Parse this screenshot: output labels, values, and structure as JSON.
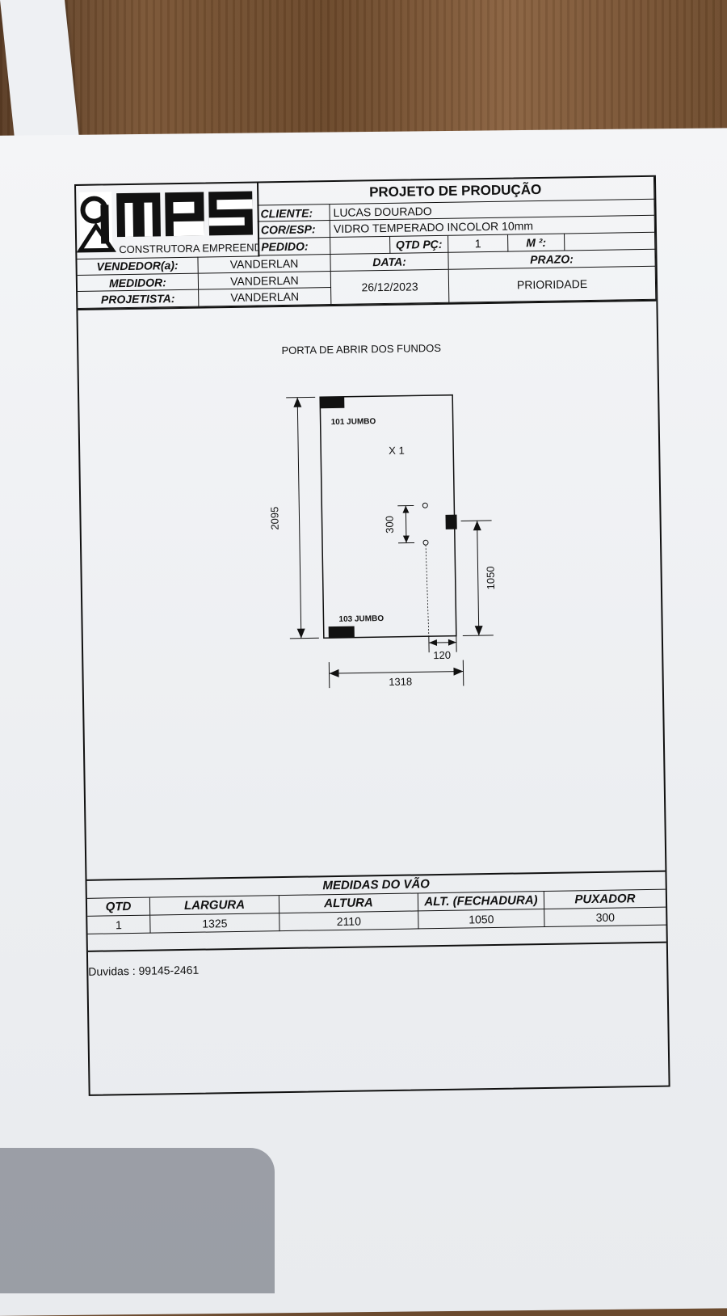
{
  "header": {
    "title": "PROJETO DE PRODUÇÃO",
    "logo_text": "MPS",
    "logo_subtitle": "CONSTRUTORA EMPREENDIMENTOS",
    "cliente_label": "CLIENTE:",
    "cliente_value": "LUCAS DOURADO",
    "cor_label": "COR/ESP:",
    "cor_value": "VIDRO TEMPERADO INCOLOR 10mm",
    "pedido_label": "PEDIDO:",
    "pedido_value": "",
    "qtd_label": "QTD PÇ:",
    "qtd_value": "1",
    "m2_label": "M ²:",
    "m2_value": "",
    "vendedor_label": "VENDEDOR(a):",
    "vendedor_value": "VANDERLAN",
    "medidor_label": "MEDIDOR:",
    "medidor_value": "VANDERLAN",
    "projetista_label": "PROJETISTA:",
    "projetista_value": "VANDERLAN",
    "data_label": "DATA:",
    "data_value": "26/12/2023",
    "prazo_label": "PRAZO:",
    "prazo_value": "PRIORIDADE"
  },
  "drawing": {
    "title": "PORTA DE ABRIR DOS FUNDOS",
    "top_hardware": "101 JUMBO",
    "bottom_hardware": "103 JUMBO",
    "quantity_mark": "X  1",
    "height_dim": "2095",
    "width_dim": "1318",
    "handle_dim": "300",
    "lock_height_dim": "1050",
    "lock_offset_dim": "120"
  },
  "medidas": {
    "title": "MEDIDAS DO VÃO",
    "headers": [
      "QTD",
      "LARGURA",
      "ALTURA",
      "ALT. (FECHADURA)",
      "PUXADOR"
    ],
    "values": [
      "1",
      "1325",
      "2110",
      "1050",
      "300"
    ]
  },
  "footer": {
    "duvidas": "Duvidas : 99145-2461"
  }
}
